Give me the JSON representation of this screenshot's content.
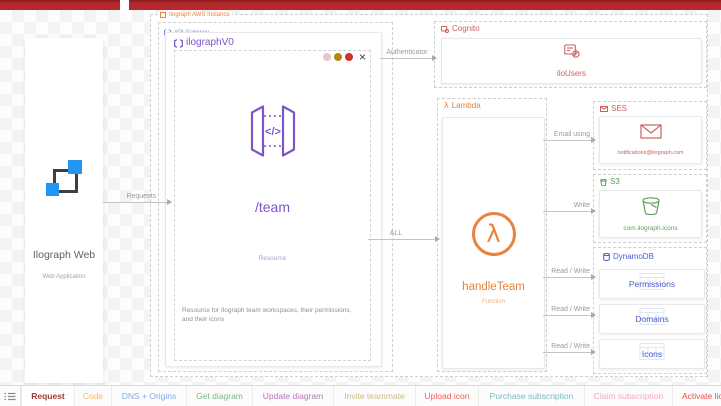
{
  "topbar": {
    "color": "#b5282c"
  },
  "left_card": {
    "title": "Ilograph Web",
    "subtitle": "Web Application"
  },
  "containers": {
    "aws_instance": {
      "label": "Ilograph AWS Instance"
    },
    "api_gateway": {
      "label": "API Gateway"
    },
    "cognito": {
      "label": "Cognito"
    },
    "lambda": {
      "label": "Lambda"
    },
    "ses": {
      "label": "SES"
    },
    "s3": {
      "label": "S3"
    },
    "dynamodb": {
      "label": "DynamoDB"
    }
  },
  "nodes": {
    "ilograph_v0": {
      "title": "ilographV0"
    },
    "team": {
      "name": "/team",
      "type": "Resource",
      "description": "Resource for Ilograph team workspaces, their permissions, and their icons",
      "code_glyph": "</>"
    },
    "ilo_users": {
      "name": "iloUsers"
    },
    "handle_team": {
      "name": "handleTeam",
      "type": "Function"
    },
    "ses_identity": {
      "name": "notifications@ilograph.com"
    },
    "s3_bucket": {
      "name": "com.ilograph.icons"
    },
    "dynamo_tables": [
      "Permissions",
      "Domains",
      "Icons"
    ]
  },
  "arrows": [
    {
      "label": "Requests"
    },
    {
      "label": "Authenticator"
    },
    {
      "label": "ALL"
    },
    {
      "label": "Email using"
    },
    {
      "label": "Write"
    },
    {
      "label": "Read / Write"
    },
    {
      "label": "Read / Write"
    },
    {
      "label": "Read / Write"
    }
  ],
  "window_controls": {
    "close": "×",
    "dot_colors": [
      "#e5c6c6",
      "#b8860b",
      "#d62c2c"
    ]
  },
  "tabs": {
    "items": [
      {
        "label": "Request",
        "color": "#9c3a36",
        "active": true
      },
      {
        "label": "Code",
        "color": "#edbe6a"
      },
      {
        "label": "DNS + Origins",
        "color": "#86a8ea"
      },
      {
        "label": "Get diagram",
        "color": "#7fb77f"
      },
      {
        "label": "Update diagram",
        "color": "#b775b7"
      },
      {
        "label": "Invite teammate",
        "color": "#ccb98a"
      },
      {
        "label": "Upload icon",
        "color": "#ee6055"
      },
      {
        "label": "Purchase subscription",
        "color": "#76bcbc"
      },
      {
        "label": "Claim subscription",
        "color": "#f2a9c7"
      },
      {
        "label": "Activate license",
        "color": "#e2514e"
      }
    ]
  },
  "colors": {
    "purple": "#7d55c7",
    "orange": "#e8823c",
    "red": "#cd5f5f",
    "green": "#5f9e5f",
    "blue": "#4a5fd0"
  }
}
